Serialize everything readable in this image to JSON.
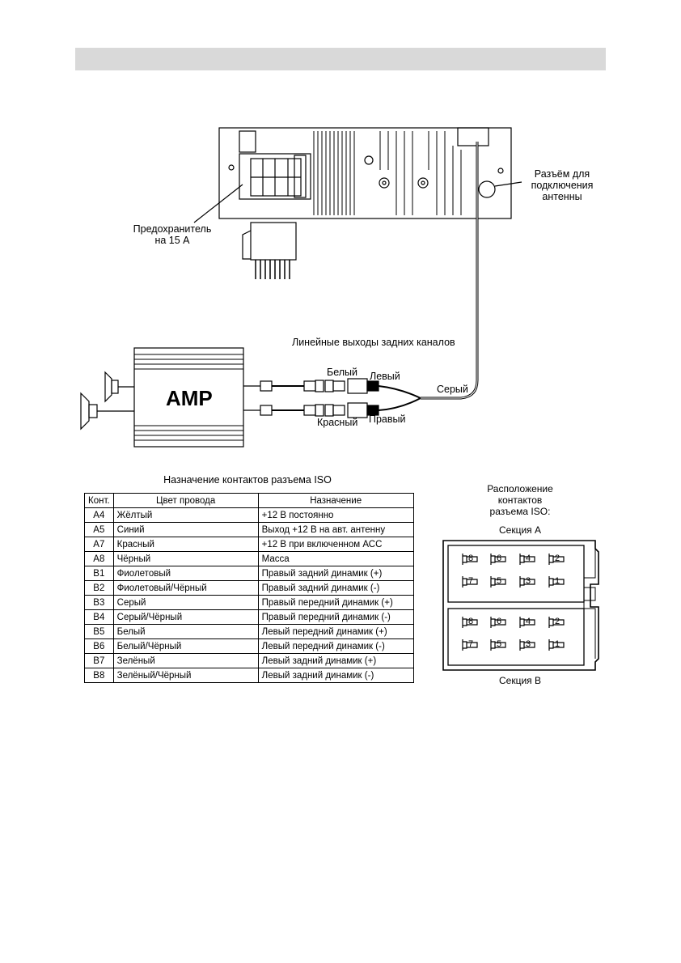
{
  "labels": {
    "antenna_connector": [
      "Разъём для",
      "подключения",
      "антенны"
    ],
    "fuse": [
      "Предохранитель",
      "на 15 А"
    ],
    "line_outputs": "Линейные выходы задних каналов",
    "white": "Белый",
    "left": "Левый",
    "red": "Красный",
    "right": "Правый",
    "gray": "Серый",
    "amp": "AMP"
  },
  "iso_table": {
    "title": "Назначение контактов разъема ISO",
    "headers": [
      "Конт.",
      "Цвет провода",
      "Назначение"
    ],
    "rows": [
      [
        "A4",
        "Жёлтый",
        "+12 В постоянно"
      ],
      [
        "A5",
        "Синий",
        "Выход +12 В на авт. антенну"
      ],
      [
        "A7",
        "Красный",
        "+12 В при включенном АСС"
      ],
      [
        "A8",
        "Чёрный",
        "Масса"
      ],
      [
        "B1",
        "Фиолетовый",
        "Правый задний динамик (+)"
      ],
      [
        "B2",
        "Фиолетовый/Чёрный",
        "Правый задний динамик (-)"
      ],
      [
        "B3",
        "Серый",
        "Правый передний динамик (+)"
      ],
      [
        "B4",
        "Серый/Чёрный",
        "Правый передний динамик (-)"
      ],
      [
        "B5",
        "Белый",
        "Левый передний динамик (+)"
      ],
      [
        "B6",
        "Белый/Чёрный",
        "Левый передний динамик (-)"
      ],
      [
        "B7",
        "Зелёный",
        "Левый задний динамик (+)"
      ],
      [
        "B8",
        "Зелёный/Чёрный",
        "Левый задний динамик (-)"
      ]
    ]
  },
  "iso_layout": {
    "title": [
      "Расположение",
      "контактов",
      "разъема ISO:"
    ],
    "section_a": "Секция А",
    "section_b": "Секция В",
    "pins_top": [
      "8",
      "6",
      "4",
      "2"
    ],
    "pins_bottom": [
      "7",
      "5",
      "3",
      "1"
    ]
  }
}
